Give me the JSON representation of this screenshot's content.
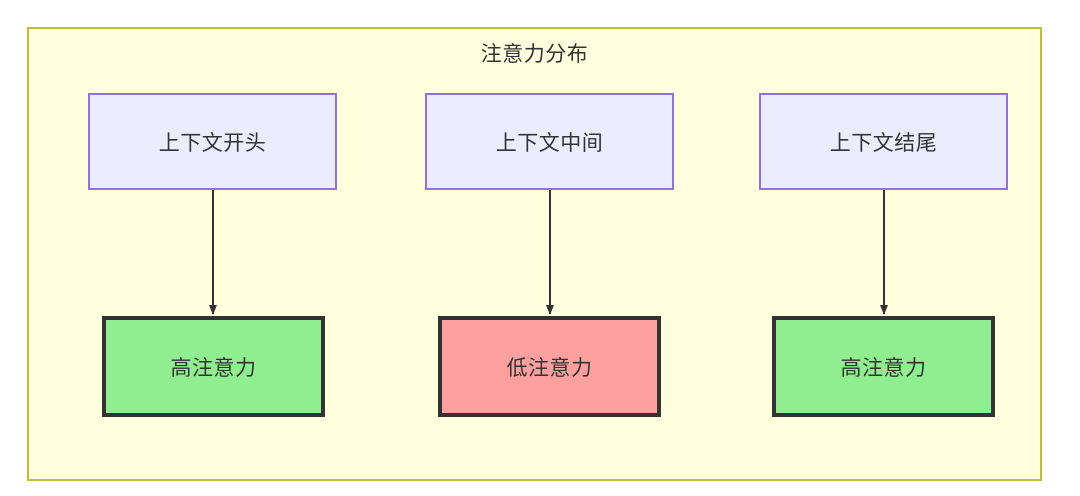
{
  "diagram": {
    "type": "flowchart",
    "title": "注意力分布",
    "background_color": "#ffffff",
    "container": {
      "fill": "#ffffde",
      "stroke": "#bfbf37"
    },
    "palette": {
      "context_fill": "#ececff",
      "context_stroke": "#9370db",
      "high_attention_fill": "#90ee90",
      "low_attention_fill": "#ffa0a0",
      "node_stroke": "#333333",
      "text_color": "#333333",
      "edge_color": "#333333"
    },
    "columns": [
      {
        "source_label": "上下文开头",
        "target_label": "高注意力",
        "target_state": "high"
      },
      {
        "source_label": "上下文中间",
        "target_label": "低注意力",
        "target_state": "low"
      },
      {
        "source_label": "上下文结尾",
        "target_label": "高注意力",
        "target_state": "high"
      }
    ],
    "edges": [
      {
        "from": "上下文开头",
        "to": "高注意力",
        "label": ""
      },
      {
        "from": "上下文中间",
        "to": "低注意力",
        "label": ""
      },
      {
        "from": "上下文结尾",
        "to": "高注意力",
        "label": ""
      }
    ]
  }
}
